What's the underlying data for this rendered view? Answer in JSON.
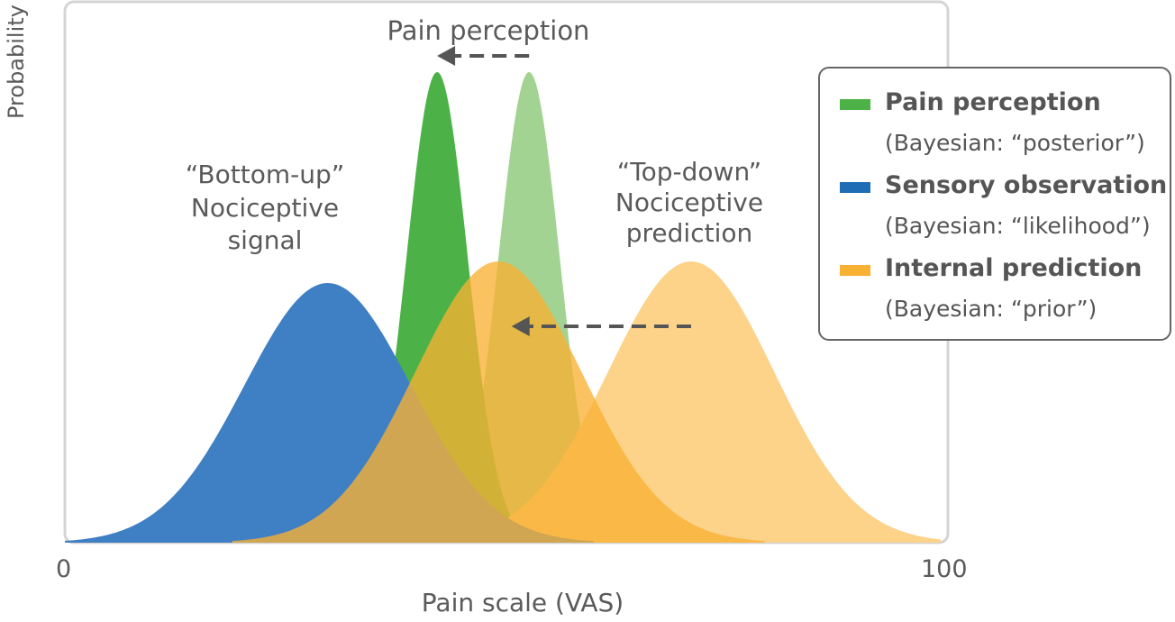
{
  "axes": {
    "ylabel": "Probability",
    "xlabel": "Pain scale (VAS)",
    "xmin_label": "0",
    "xmax_label": "100"
  },
  "annotations": {
    "top_arrow_label": "Pain perception",
    "bottom_up_line1": "“Bottom-up”",
    "bottom_up_line2": "Nociceptive",
    "bottom_up_line3": "signal",
    "top_down_line1": "“Top-down”",
    "top_down_line2": "Nociceptive",
    "top_down_line3": "prediction"
  },
  "legend": {
    "items": [
      {
        "name": "Pain  perception",
        "sub": "(Bayesian: “posterior”)",
        "color": "#4cb247"
      },
      {
        "name": "Sensory observation",
        "sub": "(Bayesian: “likelihood”)",
        "color": "#1f6db5"
      },
      {
        "name": "Internal prediction",
        "sub": "(Bayesian: “prior”)",
        "color": "#f8b133"
      }
    ]
  },
  "chart_data": {
    "type": "area",
    "xlim": [
      0,
      100
    ],
    "series": [
      {
        "name": "Pain  perception",
        "role": "posterior",
        "mu": 42.5,
        "sigma": 3.5,
        "peak": 0.87,
        "color": "#4cb247"
      },
      {
        "name": "",
        "role": "posterior-shifted",
        "mu": 53,
        "sigma": 3.5,
        "peak": 0.87,
        "color": "#a3d393"
      },
      {
        "name": "Sensory observation",
        "role": "likelihood",
        "mu": 30,
        "sigma": 9.5,
        "peak": 0.48,
        "color": "#3f7fc3"
      },
      {
        "name": "Internal prediction",
        "role": "prior",
        "mu": 49.5,
        "sigma": 9.5,
        "peak": 0.52,
        "color": "#f8b133"
      },
      {
        "name": "",
        "role": "prior-shifted",
        "mu": 71.5,
        "sigma": 9.5,
        "peak": 0.52,
        "color": "#fdd289"
      }
    ],
    "arrows": [
      {
        "from_x": 53,
        "to_x": 42.5,
        "level": 0.9
      },
      {
        "from_x": 71.5,
        "to_x": 51,
        "level": 0.4
      }
    ]
  }
}
